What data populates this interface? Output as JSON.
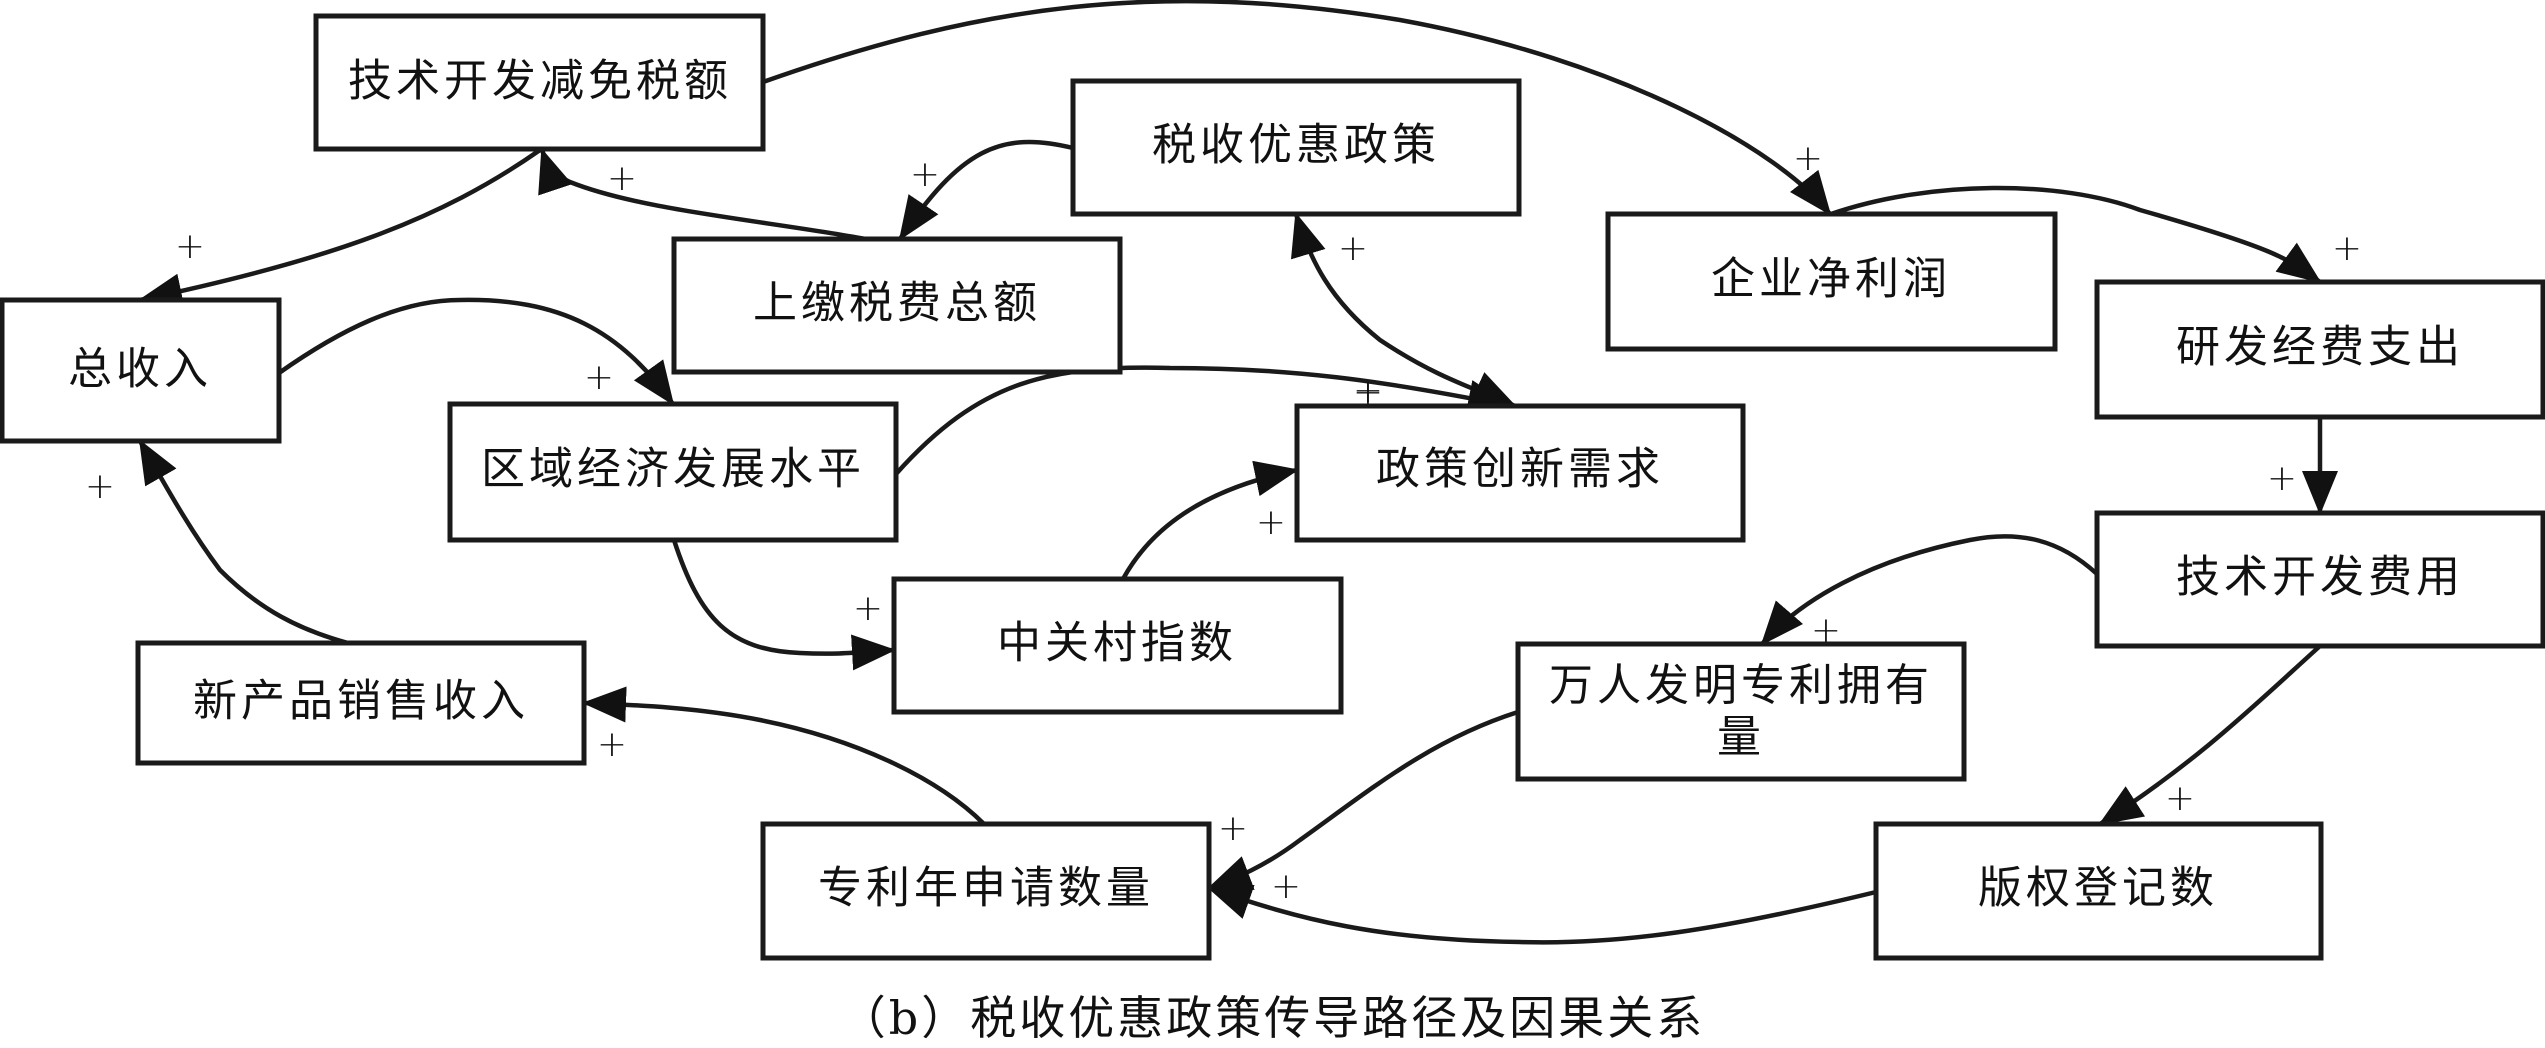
{
  "diagram": {
    "caption": "（b）税收优惠政策传导路径及因果关系",
    "nodes": [
      {
        "id": "tech_dev_tax_relief",
        "label": "技术开发减免税额"
      },
      {
        "id": "tax_preferential_policy",
        "label": "税收优惠政策"
      },
      {
        "id": "total_taxes_paid",
        "label": "上缴税费总额"
      },
      {
        "id": "enterprise_net_profit",
        "label": "企业净利润"
      },
      {
        "id": "rd_expenditure",
        "label": "研发经费支出"
      },
      {
        "id": "total_income",
        "label": "总收入"
      },
      {
        "id": "regional_economic_level",
        "label": "区域经济发展水平"
      },
      {
        "id": "policy_innovation_demand",
        "label": "政策创新需求"
      },
      {
        "id": "tech_dev_cost",
        "label": "技术开发费用"
      },
      {
        "id": "zgc_index",
        "label": "中关村指数"
      },
      {
        "id": "new_product_sales",
        "label": "新产品销售收入"
      },
      {
        "id": "patents_per_10k",
        "label": "万人发明专利拥有量",
        "label_line2": "量"
      },
      {
        "id": "annual_patent_applications",
        "label": "专利年申请数量"
      },
      {
        "id": "copyright_registrations",
        "label": "版权登记数"
      }
    ],
    "edges": [
      {
        "from": "tech_dev_tax_relief",
        "to": "enterprise_net_profit",
        "sign": "+"
      },
      {
        "from": "tech_dev_tax_relief",
        "to": "total_income",
        "sign": "+"
      },
      {
        "from": "total_taxes_paid",
        "to": "tech_dev_tax_relief",
        "sign": "+"
      },
      {
        "from": "tax_preferential_policy",
        "to": "total_taxes_paid",
        "sign": "+"
      },
      {
        "from": "policy_innovation_demand",
        "to": "tax_preferential_policy",
        "sign": "+"
      },
      {
        "from": "tax_preferential_policy",
        "to": "policy_innovation_demand",
        "sign": "+"
      },
      {
        "from": "enterprise_net_profit",
        "to": "rd_expenditure",
        "sign": "+"
      },
      {
        "from": "rd_expenditure",
        "to": "tech_dev_cost",
        "sign": "+"
      },
      {
        "from": "total_income",
        "to": "regional_economic_level",
        "sign": "+"
      },
      {
        "from": "regional_economic_level",
        "to": "policy_innovation_demand",
        "sign": "+"
      },
      {
        "from": "regional_economic_level",
        "to": "zgc_index",
        "sign": "+"
      },
      {
        "from": "zgc_index",
        "to": "policy_innovation_demand",
        "sign": "+"
      },
      {
        "from": "new_product_sales",
        "to": "total_income",
        "sign": "+"
      },
      {
        "from": "annual_patent_applications",
        "to": "new_product_sales",
        "sign": "+"
      },
      {
        "from": "tech_dev_cost",
        "to": "patents_per_10k",
        "sign": "+"
      },
      {
        "from": "tech_dev_cost",
        "to": "copyright_registrations",
        "sign": "+"
      },
      {
        "from": "patents_per_10k",
        "to": "annual_patent_applications",
        "sign": "+"
      },
      {
        "from": "copyright_registrations",
        "to": "annual_patent_applications",
        "sign": "+"
      }
    ]
  }
}
